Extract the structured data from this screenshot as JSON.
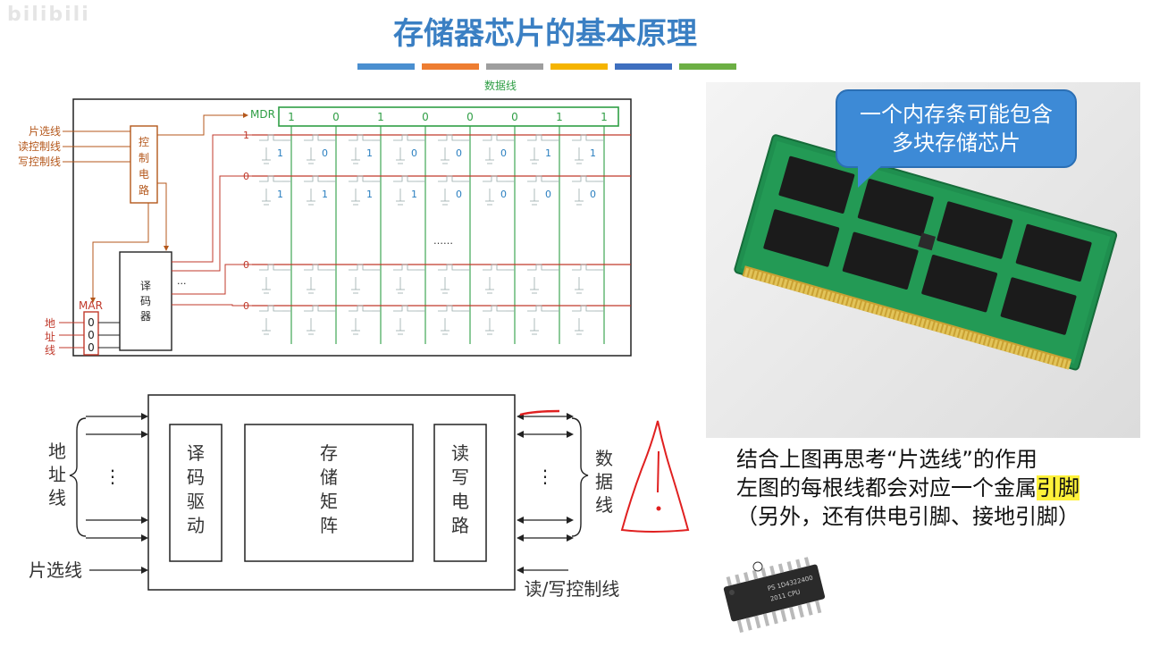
{
  "watermark": "bilibili",
  "title": "存储器芯片的基本原理",
  "color_bars": [
    "#4a8fd0",
    "#ee7d31",
    "#9e9e9e",
    "#f5b400",
    "#3e6fbf",
    "#6caf44"
  ],
  "circuit": {
    "data_line_label": "数据线",
    "mdr_label": "MDR",
    "mdr_bits": [
      "1",
      "0",
      "1",
      "0",
      "0",
      "0",
      "1",
      "1"
    ],
    "control_inputs": [
      "片选线",
      "读控制线",
      "写控制线"
    ],
    "control_circuit_label": [
      "控",
      "制",
      "电",
      "路"
    ],
    "decoder_label": [
      "译",
      "码",
      "器"
    ],
    "decoder_dots": "···",
    "mar_label": "MAR",
    "mar_bits": [
      "0",
      "0",
      "0"
    ],
    "address_label": [
      "地",
      "址",
      "线"
    ],
    "row_word_values": [
      "1",
      "0",
      "0",
      "0"
    ],
    "row1_bits": [
      "1",
      "0",
      "1",
      "0",
      "0",
      "0",
      "1",
      "1"
    ],
    "row2_bits": [
      "1",
      "1",
      "1",
      "1",
      "0",
      "0",
      "0",
      "0"
    ],
    "middle_ellipsis": "……"
  },
  "block": {
    "address_label": [
      "地",
      "址",
      "线"
    ],
    "data_label": [
      "数",
      "据",
      "线"
    ],
    "dots": "⋮",
    "decoder_driver": [
      "译",
      "码",
      "驱",
      "动"
    ],
    "storage_matrix": [
      "存",
      "储",
      "矩",
      "阵"
    ],
    "rw_circuit": [
      "读",
      "写",
      "电",
      "路"
    ],
    "chip_select_label": "片选线",
    "rw_control_label": "读/写控制线"
  },
  "callout_text": "一个内存条可能包含多块存储芯片",
  "callout_lines": [
    "一个内存条可能包含",
    "多块存储芯片"
  ],
  "explain": {
    "line1": "结合上图再思考“片选线”的作用",
    "line2_prefix": "左图的每根线都会对应一个金属",
    "line2_highlight": "引脚",
    "line3": "（另外，还有供电引脚、接地引脚）"
  },
  "chip_marking": [
    "PS 1D4322400",
    "2011  CPU"
  ]
}
